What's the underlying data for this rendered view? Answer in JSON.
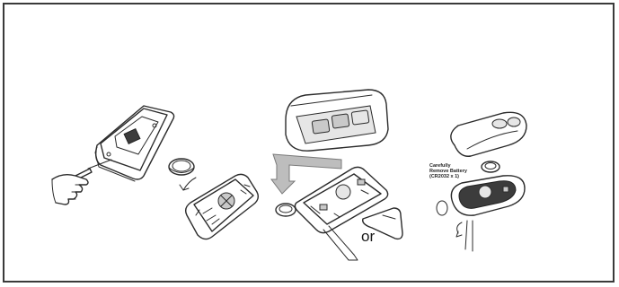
{
  "diagram": {
    "or_label": "or",
    "caution_line1": "Carefully",
    "caution_line2": "Remove Battery",
    "caution_line3": "(CR2032 x 1)"
  }
}
